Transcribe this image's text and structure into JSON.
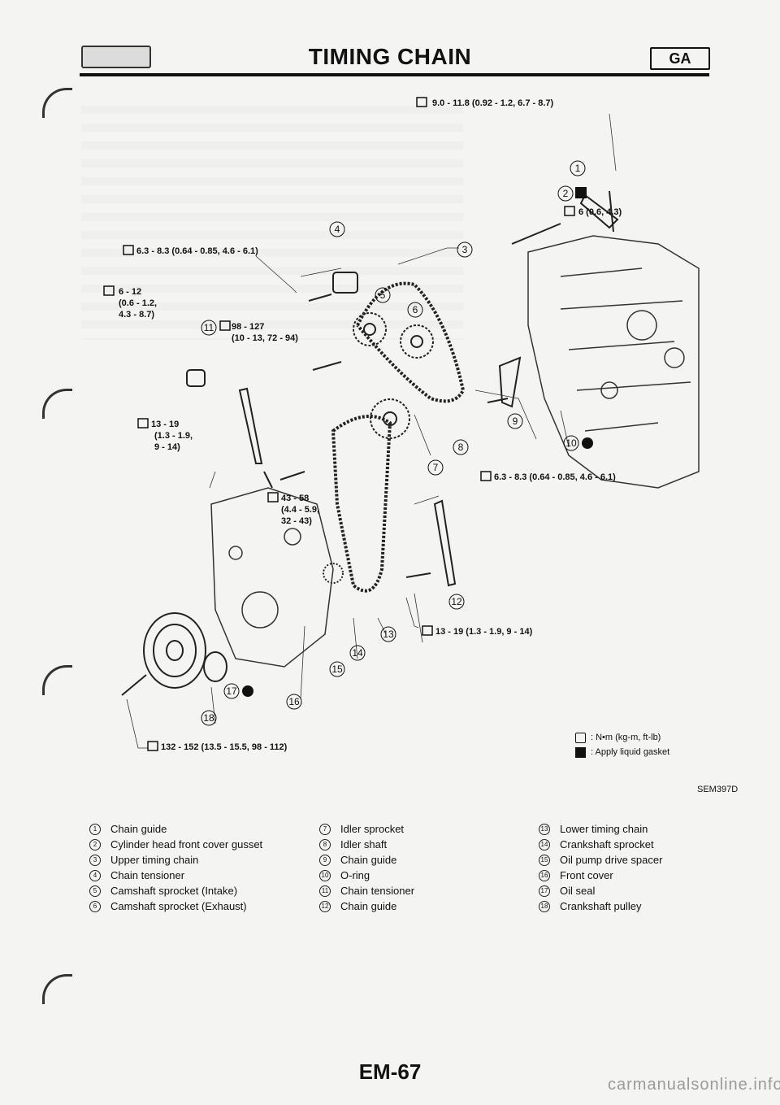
{
  "header": {
    "title": "TIMING CHAIN",
    "badge": "GA"
  },
  "callouts": [
    "1",
    "2",
    "3",
    "4",
    "5",
    "6",
    "7",
    "8",
    "9",
    "10",
    "11",
    "12",
    "13",
    "14",
    "15",
    "16",
    "17",
    "18"
  ],
  "torque_labels": {
    "t1": "9.0 - 11.8 (0.92 - 1.2, 6.7 - 8.7)",
    "t2": "6 (0.6, 4.3)",
    "t3": "6.3 - 8.3 (0.64 - 0.85, 4.6 - 6.1)",
    "t4a": "6 - 12",
    "t4b": "(0.6 - 1.2,",
    "t4c": "4.3 - 8.7)",
    "t5a": "98 - 127",
    "t5b": "(10 - 13, 72 - 94)",
    "t6a": "13 - 19",
    "t6b": "(1.3 - 1.9,",
    "t6c": "9 - 14)",
    "t7a": "43 - 58",
    "t7b": "(4.4 - 5.9,",
    "t7c": "32 - 43)",
    "t8": "6.3 - 8.3 (0.64 - 0.85, 4.6 - 6.1)",
    "t9": "13 - 19 (1.3 - 1.9, 9 - 14)",
    "t10": "132 - 152 (13.5 - 15.5, 98 - 112)"
  },
  "legend": {
    "torque": ": N•m (kg-m, ft-lb)",
    "gasket": ": Apply liquid gasket"
  },
  "ref_code": "SEM397D",
  "parts_col1": [
    {
      "n": "1",
      "label": "Chain guide"
    },
    {
      "n": "2",
      "label": "Cylinder head front cover gusset"
    },
    {
      "n": "3",
      "label": "Upper timing chain"
    },
    {
      "n": "4",
      "label": "Chain tensioner"
    },
    {
      "n": "5",
      "label": "Camshaft sprocket (Intake)"
    },
    {
      "n": "6",
      "label": "Camshaft sprocket (Exhaust)"
    }
  ],
  "parts_col2": [
    {
      "n": "7",
      "label": "Idler sprocket"
    },
    {
      "n": "8",
      "label": "Idler shaft"
    },
    {
      "n": "9",
      "label": "Chain guide"
    },
    {
      "n": "10",
      "label": "O-ring"
    },
    {
      "n": "11",
      "label": "Chain tensioner"
    },
    {
      "n": "12",
      "label": "Chain guide"
    }
  ],
  "parts_col3": [
    {
      "n": "13",
      "label": "Lower timing chain"
    },
    {
      "n": "14",
      "label": "Crankshaft sprocket"
    },
    {
      "n": "15",
      "label": "Oil pump drive spacer"
    },
    {
      "n": "16",
      "label": "Front cover"
    },
    {
      "n": "17",
      "label": "Oil seal"
    },
    {
      "n": "18",
      "label": "Crankshaft pulley"
    }
  ],
  "footer": {
    "page_number": "EM-67",
    "watermark": "carmanualsonline.info"
  }
}
